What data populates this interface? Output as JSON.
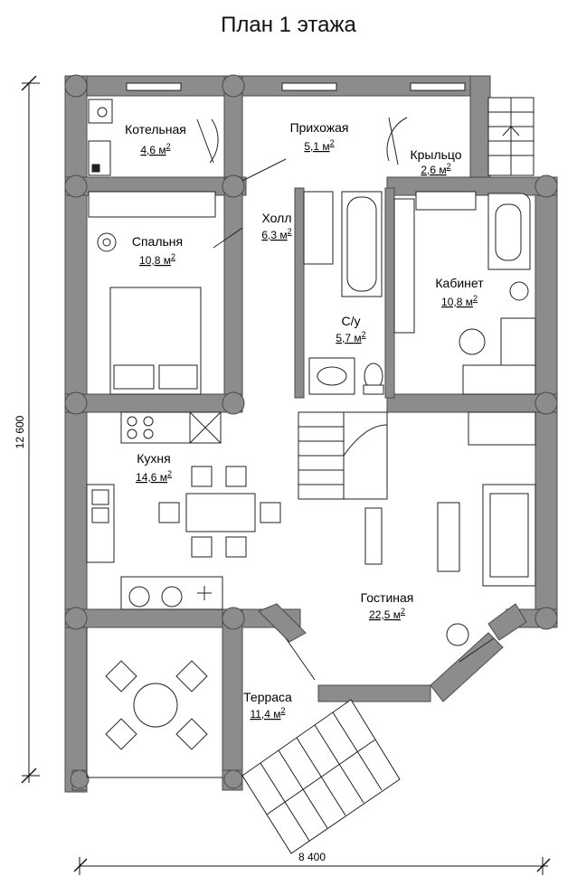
{
  "title": "План 1 этажа",
  "dimensions": {
    "width": "8 400",
    "height": "12 600"
  },
  "area_unit": "м",
  "area_exp": "2",
  "rooms": {
    "kotelnaya": {
      "name": "Котельная",
      "area": "4,6"
    },
    "prihozhaya": {
      "name": "Прихожая",
      "area": "5,1"
    },
    "krylco": {
      "name": "Крыльцо",
      "area": "2,6"
    },
    "holl": {
      "name": "Холл",
      "area": "6,3"
    },
    "spalnya": {
      "name": "Спальня",
      "area": "10,8"
    },
    "su": {
      "name": "С/у",
      "area": "5,7"
    },
    "kabinet": {
      "name": "Кабинет",
      "area": "10,8"
    },
    "kuhnya": {
      "name": "Кухня",
      "area": "14,6"
    },
    "gostinaya": {
      "name": "Гостиная",
      "area": "22,5"
    },
    "terrasa": {
      "name": "Терраса",
      "area": "11,4"
    }
  },
  "colors": {
    "wall": "#8c8c8c",
    "wall_stroke": "#4a4a4a",
    "line": "#222222"
  }
}
